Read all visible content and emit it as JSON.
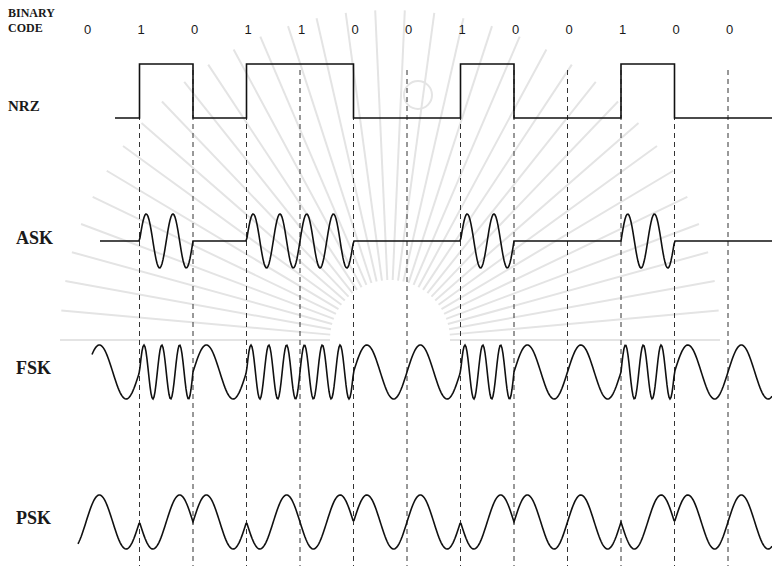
{
  "diagram": {
    "labels": [
      "BINARY CODE",
      "0",
      "1",
      "0",
      "1",
      "1",
      "0",
      "0",
      "1",
      "0",
      "0",
      "1",
      "0",
      "0",
      "NRZ",
      "ASK",
      "FSK",
      "PSK"
    ]
  }
}
